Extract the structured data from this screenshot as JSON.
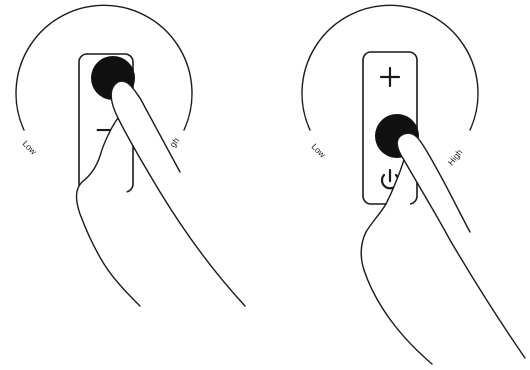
{
  "left_panel": {
    "low_label": "Low",
    "high_label": "gh",
    "minus_symbol": "−"
  },
  "right_panel": {
    "low_label": "Low",
    "high_label": "High",
    "plus_symbol": "+",
    "power_icon": "power-icon"
  },
  "colors": {
    "ink": "#1a1a1a",
    "button_fill": "#111111",
    "background": "#ffffff"
  }
}
